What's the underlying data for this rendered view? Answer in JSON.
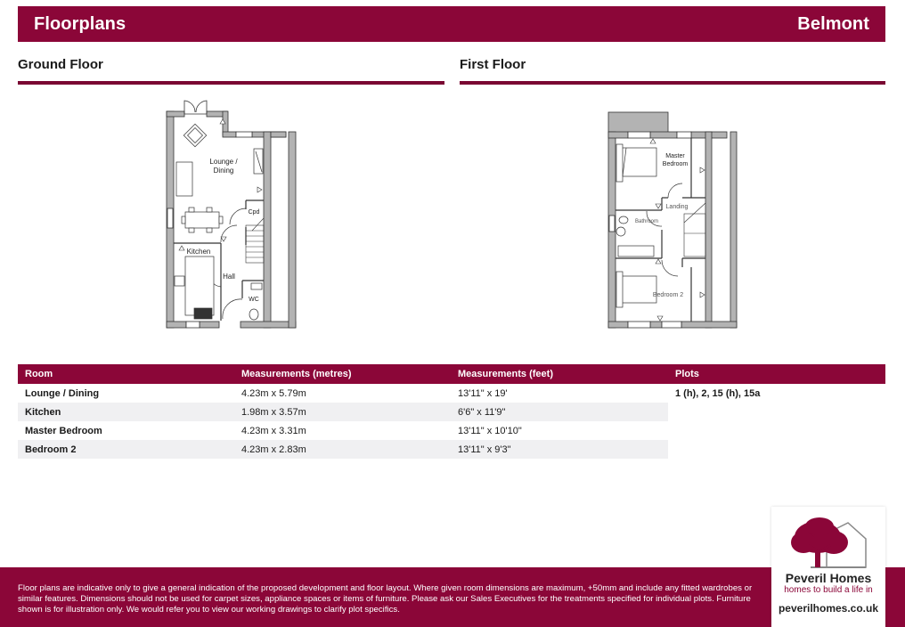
{
  "header": {
    "title": "Floorplans",
    "development": "Belmont"
  },
  "floors": [
    {
      "heading": "Ground Floor",
      "labels": {
        "lounge_dining_1": "Lounge /",
        "lounge_dining_2": "Dining",
        "cupboard": "Cpd",
        "kitchen": "Kitchen",
        "hall": "Hall",
        "wc": "WC"
      }
    },
    {
      "heading": "First Floor",
      "labels": {
        "master_1": "Master",
        "master_2": "Bedroom",
        "landing": "Landing",
        "bathroom": "Bathroom",
        "bedroom2": "Bedroom 2"
      }
    }
  ],
  "table": {
    "headers": [
      "Room",
      "Measurements (metres)",
      "Measurements (feet)",
      "Plots"
    ],
    "rows": [
      {
        "room": "Lounge / Dining",
        "metres": "4.23m x 5.79m",
        "feet": "13'11\" x 19'"
      },
      {
        "room": "Kitchen",
        "metres": "1.98m x 3.57m",
        "feet": "6'6\" x 11'9\""
      },
      {
        "room": "Master Bedroom",
        "metres": "4.23m x 3.31m",
        "feet": "13'11\" x 10'10\""
      },
      {
        "room": "Bedroom 2",
        "metres": "4.23m x 2.83m",
        "feet": "13'11\" x 9'3\""
      }
    ],
    "plots": "1 (h), 2, 15 (h), 15a"
  },
  "footer": {
    "disclaimer": "Floor plans are indicative only to give a general indication of the proposed development and floor layout. Where given room dimensions are maximum, +50mm and include any fitted wardrobes or similar features. Dimensions should not be used for carpet sizes, appliance spaces or items of furniture. Please ask our Sales Executives for the treatments specified for individual plots. Furniture shown is for illustration only. We would refer you to view our working drawings to clarify plot specifics."
  },
  "logo": {
    "name": "Peveril Homes",
    "tagline": "homes to build a life in",
    "url": "peverilhomes.co.uk",
    "icon": "tree-house-icon"
  },
  "colors": {
    "brand": "#8b0638",
    "wall": "#b3b3b3",
    "row_shade": "#f0f0f2"
  }
}
